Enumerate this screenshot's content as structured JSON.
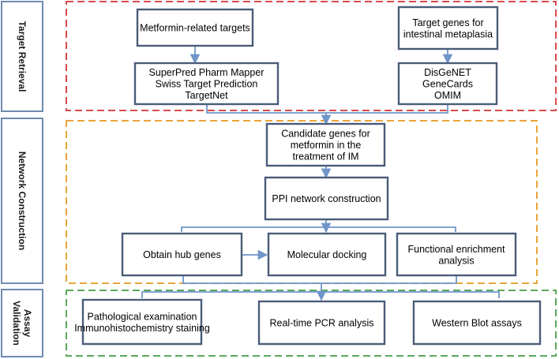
{
  "colors": {
    "box_border": "#4a5c78",
    "side_border": "#6e8bb0",
    "arrow": "#6f95c9",
    "retrieval_dash": "#d84a4a",
    "network_dash": "#e8a53a",
    "validation_dash": "#5aa85a"
  },
  "sections": [
    {
      "id": "retrieval",
      "lines": [
        "Target Retrieval"
      ]
    },
    {
      "id": "network",
      "lines": [
        "Network Construction"
      ]
    },
    {
      "id": "validation",
      "lines": [
        "Assay",
        "Validation"
      ]
    }
  ],
  "nodes": {
    "metformin_targets": [
      "Metformin-related targets"
    ],
    "im_targets": [
      "Target genes for",
      "intestinal metaplasia"
    ],
    "metformin_dbs": [
      "SuperPred   Pharm Mapper",
      "Swiss Target Prediction",
      "TargetNet"
    ],
    "im_dbs": [
      "DisGeNET",
      "GeneCards",
      "OMIM"
    ],
    "candidate_genes": [
      "Candidate genes for",
      "metformin in the",
      "treatment of IM"
    ],
    "ppi": [
      "PPI network construction"
    ],
    "hub_genes": [
      "Obtain hub genes"
    ],
    "docking": [
      "Molecular docking"
    ],
    "enrichment": [
      "Functional enrichment",
      "analysis"
    ],
    "pathology": [
      "Pathological examination",
      "Immunohistochemistry staining"
    ],
    "pcr": [
      "Real-time PCR analysis"
    ],
    "western": [
      "Western Blot assays"
    ]
  }
}
